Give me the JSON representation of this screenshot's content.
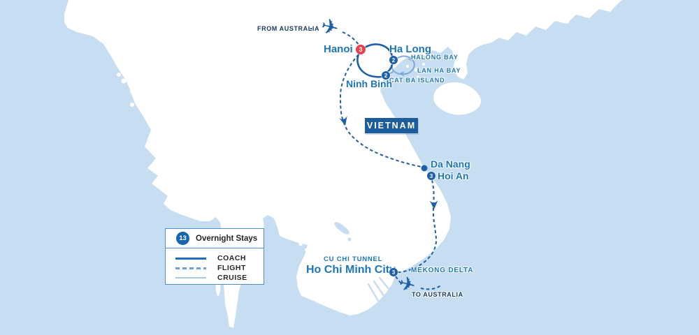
{
  "labels": {
    "from_australia": "FROM AUSTRALIA",
    "to_australia": "TO AUSTRALIA",
    "hanoi": "Hanoi",
    "ha_long": "Ha Long",
    "ninh_binh": "Ninh Binh",
    "halong_bay": "HALONG BAY",
    "lan_ha_bay": "LAN HA BAY",
    "cat_ba_island": "CAT BA ISLAND",
    "vietnam": "VIETNAM",
    "da_nang": "Da Nang",
    "hoi_an": "Hoi An",
    "cu_chi_tunnel": "CU CHI TUNNEL",
    "ho_chi_minh_city": "Ho Chi Minh City",
    "mekong_delta": "MEKONG DELTA"
  },
  "badges": {
    "hanoi": "3",
    "ha_long": "2",
    "ninh_binh": "2",
    "hoi_an": "3",
    "ho_chi_minh_city": "3"
  },
  "legend": {
    "total_nights": "13",
    "title": "Overnight Stays",
    "items": [
      {
        "label": "COACH"
      },
      {
        "label": "FLIGHT"
      },
      {
        "label": "CRUISE"
      }
    ]
  },
  "icons": {
    "airplane": "✈"
  },
  "colors": {
    "sea": "#c6ddf2",
    "land": "#ffffff",
    "route_blue": "#1d5fa9",
    "label_blue": "#1c76bc",
    "navy_label": "#17375e",
    "cruise_blue": "#7fa9d6",
    "badge_red": "#e8414d",
    "vietnam_tag_bg": "#1d5d9c",
    "legend_border": "#4a90ce"
  }
}
